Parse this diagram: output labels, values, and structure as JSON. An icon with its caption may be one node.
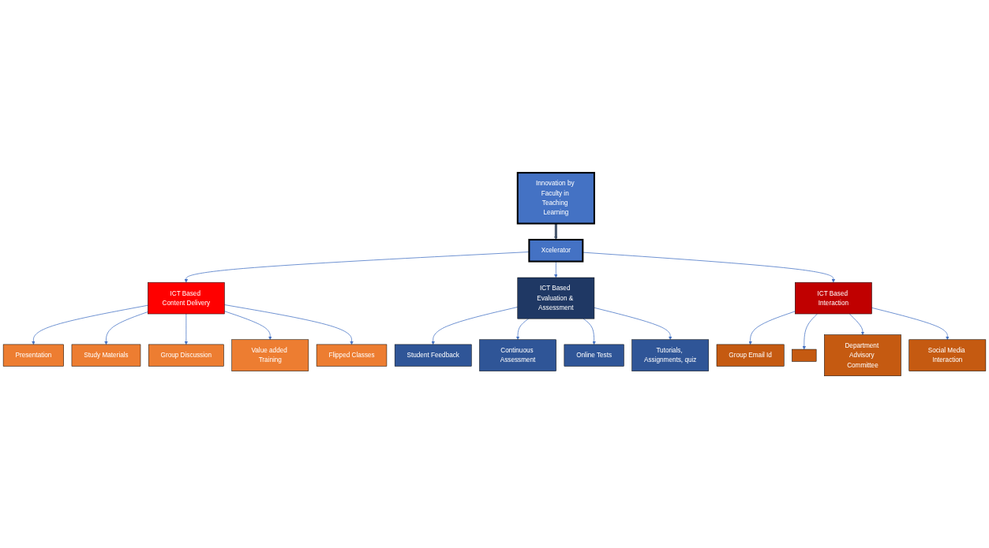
{
  "diagram": {
    "nodes": [
      {
        "text": [
          "Innovation by Faculty in Teaching Learning"
        ]
      },
      {
        "text": [
          "Xcelerator"
        ]
      },
      {
        "text": [
          "ICT Based Content Delivery"
        ]
      },
      {
        "text": [
          "Presentation"
        ]
      },
      {
        "text": [
          "Study Materials"
        ]
      },
      {
        "text": [
          "Group Discussion"
        ]
      },
      {
        "text": [
          "Value added Training"
        ]
      },
      {
        "text": [
          "Flipped Classes"
        ]
      },
      {
        "text": [
          "ICT Based Evaluation & Assessment"
        ]
      },
      {
        "text": [
          "Student Feedback"
        ]
      },
      {
        "text": [
          "Continuous Assessment"
        ]
      },
      {
        "text": [
          "Online Tests"
        ]
      },
      {
        "text": [
          "Tutorials, Assignments, quiz"
        ]
      },
      {
        "text": [
          "ICT Based Interaction"
        ]
      },
      {
        "text": [
          "Group Email Id"
        ]
      },
      {
        "text": [],
        "shape": "box"
      },
      {
        "text": [
          "Department Advisory Committee"
        ]
      },
      {
        "text": [
          "Social Media Interaction"
        ]
      }
    ],
    "edges": [
      {
        "from": 0,
        "to": 1,
        "arrow": "to",
        "style": "thick",
        "color": "#44546a"
      },
      {
        "from": 1,
        "to": 2,
        "arrow": "to"
      },
      {
        "from": 1,
        "to": 8,
        "arrow": "to"
      },
      {
        "from": 1,
        "to": 13,
        "arrow": "to"
      },
      {
        "from": 2,
        "to": 3,
        "arrow": "to"
      },
      {
        "from": 2,
        "to": 4,
        "arrow": "to"
      },
      {
        "from": 2,
        "to": 5,
        "arrow": "to"
      },
      {
        "from": 2,
        "to": 6,
        "arrow": "to"
      },
      {
        "from": 2,
        "to": 7,
        "arrow": "to"
      },
      {
        "from": 8,
        "to": 9,
        "arrow": "to"
      },
      {
        "from": 8,
        "to": 10,
        "arrow": "to"
      },
      {
        "from": 8,
        "to": 11,
        "arrow": "to"
      },
      {
        "from": 8,
        "to": 12,
        "arrow": "to"
      },
      {
        "from": 13,
        "to": 14,
        "arrow": "to"
      },
      {
        "from": 13,
        "to": 15,
        "arrow": "to"
      },
      {
        "from": 13,
        "to": 16,
        "arrow": "to"
      },
      {
        "from": 13,
        "to": 17,
        "arrow": "to"
      }
    ]
  }
}
